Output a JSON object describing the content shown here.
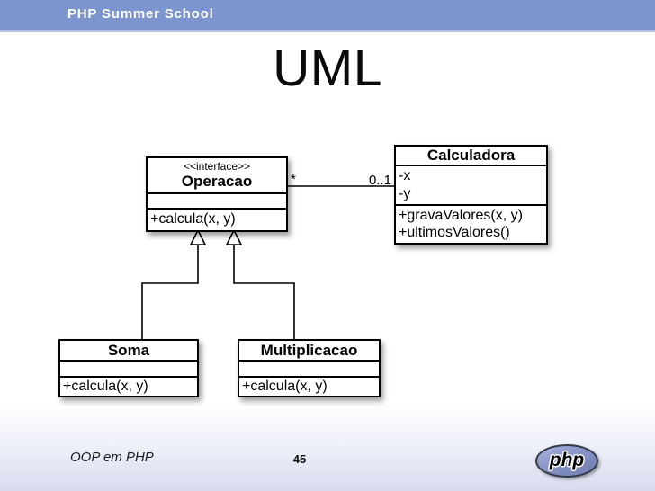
{
  "header": {
    "title": "PHP Summer School"
  },
  "slide": {
    "title": "UML"
  },
  "diagram": {
    "operacao": {
      "stereotype": "<<interface>>",
      "name": "Operacao",
      "method": "+calcula(x, y)"
    },
    "calculadora": {
      "name": "Calculadora",
      "attributes": [
        "-x",
        "-y"
      ],
      "methods": [
        "+gravaValores(x, y)",
        "+ultimosValores()"
      ]
    },
    "soma": {
      "name": "Soma",
      "method": "+calcula(x, y)"
    },
    "multiplicacao": {
      "name": "Multiplicacao",
      "method": "+calcula(x, y)"
    },
    "association": {
      "source_multiplicity": "*",
      "target_multiplicity": "0..1"
    }
  },
  "footer": {
    "course": "OOP em PHP",
    "page": "45",
    "logo": "php"
  },
  "colors": {
    "header_bg": "#7d95ce",
    "header_underline": "#b7c2e2",
    "footer_end": "#d7dbee",
    "php_fill": "#8592c6"
  }
}
